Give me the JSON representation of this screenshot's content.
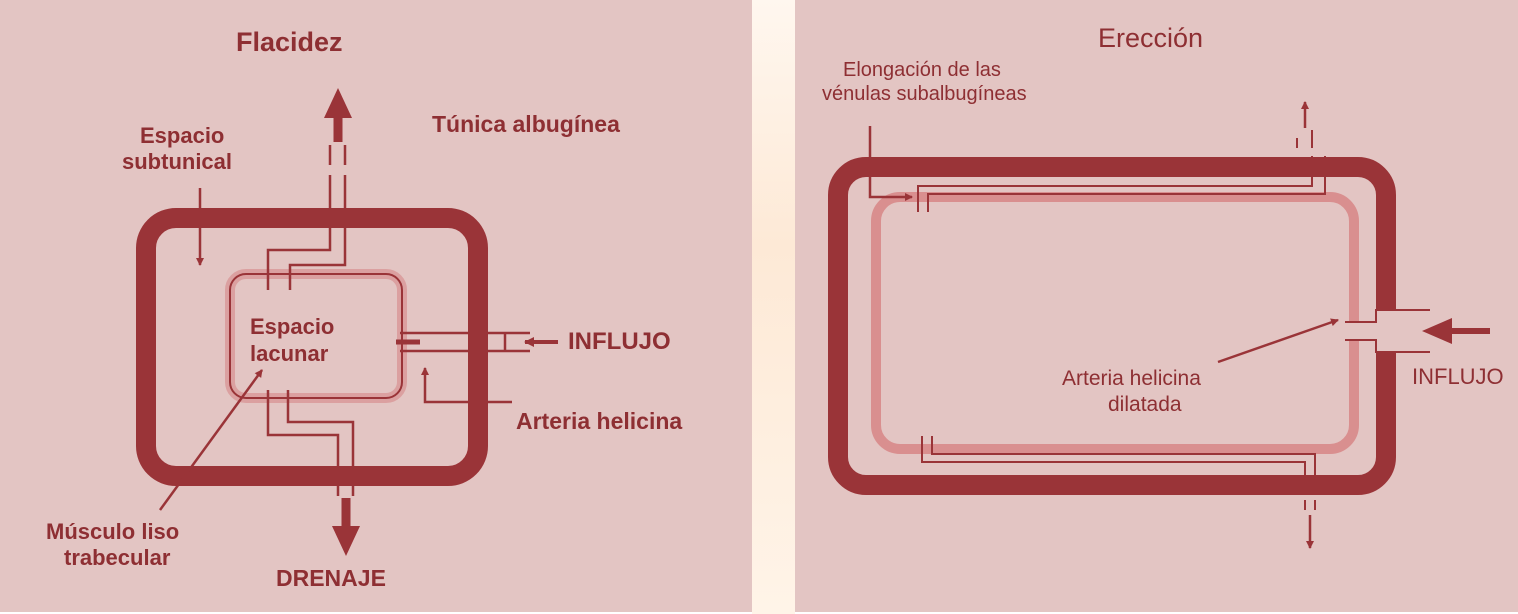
{
  "left": {
    "title": "Flacidez",
    "label_espacio_subtunical_1": "Espacio",
    "label_espacio_subtunical_2": "subtunical",
    "label_tunica": "Túnica albugínea",
    "label_lacunar_1": "Espacio",
    "label_lacunar_2": "lacunar",
    "label_influjo": "INFLUJO",
    "label_arteria": "Arteria helicina",
    "label_musculo_1": "Músculo liso",
    "label_musculo_2": "trabecular",
    "label_drenaje": "DRENAJE"
  },
  "right": {
    "title": "Erección",
    "label_elongacion_1": "Elongación de las",
    "label_elongacion_2": "vénulas subalbugíneas",
    "label_arteria_1": "Arteria helicina",
    "label_arteria_2": "dilatada",
    "label_influjo": "INFLUJO"
  },
  "colors": {
    "background": "#e3c5c3",
    "ink": "#9a3438",
    "light_ink": "#d98f8f"
  }
}
